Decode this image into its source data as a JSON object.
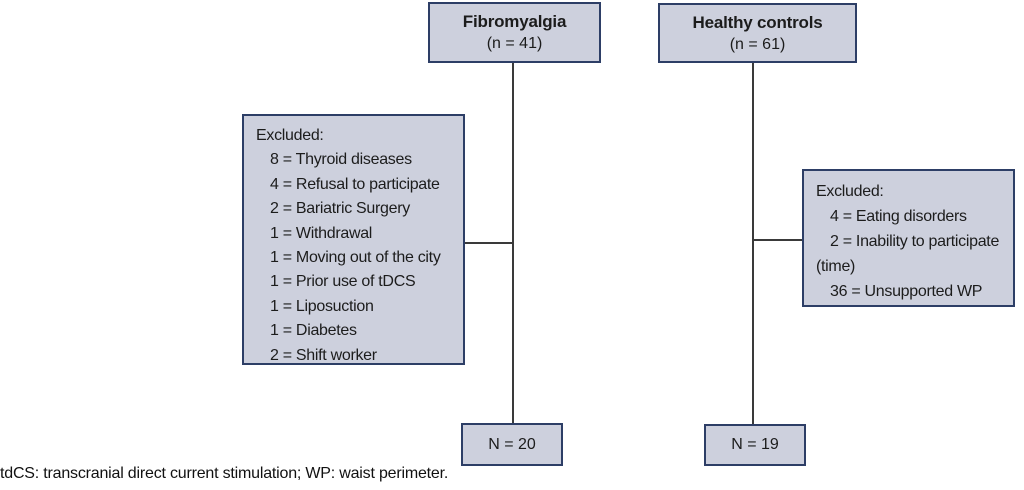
{
  "diagram": {
    "type": "participant-flow-chart",
    "top_boxes": [
      {
        "title": "Fibromyalgia",
        "subtitle": "(n = 41)"
      },
      {
        "title": "Healthy controls",
        "subtitle": "(n = 61)"
      }
    ],
    "exclusion_boxes": [
      {
        "lines": [
          {
            "text": "Excluded:",
            "indent": false
          },
          {
            "text": "8 = Thyroid diseases",
            "indent": true
          },
          {
            "text": "4 = Refusal to participate",
            "indent": true
          },
          {
            "text": "2 = Bariatric Surgery",
            "indent": true
          },
          {
            "text": "1 = Withdrawal",
            "indent": true
          },
          {
            "text": "1 = Moving out of the city",
            "indent": true
          },
          {
            "text": "1 = Prior use of tDCS",
            "indent": true
          },
          {
            "text": "1 = Liposuction",
            "indent": true
          },
          {
            "text": "1 = Diabetes",
            "indent": true
          },
          {
            "text": "2 = Shift worker",
            "indent": true
          }
        ]
      },
      {
        "lines": [
          {
            "text": "Excluded:",
            "indent": false
          },
          {
            "text": "4 = Eating disorders",
            "indent": true
          },
          {
            "text": "2 = Inability to participate",
            "indent": true
          },
          {
            "text": "(time)",
            "indent": false
          },
          {
            "text": "36 = Unsupported WP",
            "indent": true
          }
        ]
      }
    ],
    "final_boxes": [
      {
        "label": "N = 20"
      },
      {
        "label": "N = 19"
      }
    ],
    "footnote": "tdCS: transcranial direct current stimulation; WP: waist perimeter."
  },
  "colors": {
    "background": "#ffffff",
    "box_fill": "#cdd0dd",
    "box_border": "#2d3e66",
    "connector_line": "#3a3a3a",
    "text": "#1c1c1c"
  }
}
